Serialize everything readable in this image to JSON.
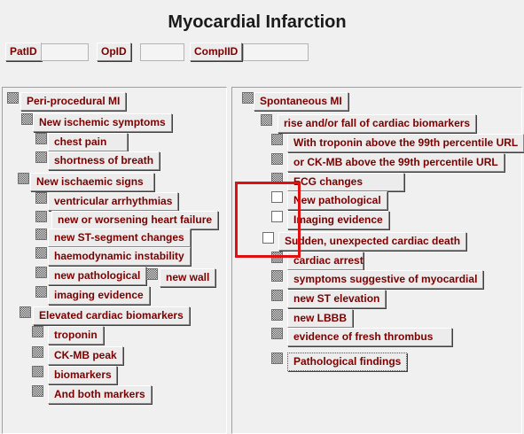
{
  "title": "Myocardial Infarction",
  "toolbar": {
    "patid_label": "PatID",
    "patid_value": "",
    "opid_label": "OpID",
    "opid_value": "",
    "compid_label": "CompIID",
    "compid_value": ""
  },
  "left_panel": {
    "peri_procedural": "Peri-procedural MI",
    "new_ischemic_symptoms": "New ischemic symptoms",
    "chest_pain": "chest pain",
    "shortness_of_breath": "shortness of breath",
    "new_ischaemic_signs": "New ischaemic signs",
    "ventricular_arrhythmias": "ventricular arrhythmias",
    "heart_failure": "new or worsening heart failure",
    "st_segment": "new ST-segment changes",
    "haemodynamic": "haemodynamic instability",
    "new_pathological": "new pathological",
    "new_wall": "new wall",
    "imaging_evidence": "imaging evidence",
    "elevated_biomarkers": "Elevated cardiac biomarkers",
    "troponin": "troponin",
    "ckmb_peak": "CK-MB peak",
    "biomarkers": "biomarkers",
    "both_markers": "And both markers"
  },
  "right_panel": {
    "spontaneous": "Spontaneous MI",
    "rise_fall": "rise and/or fall of cardiac biomarkers",
    "troponin_99": "With troponin above the 99th percentile URL",
    "ckmb_99": "or CK-MB above the 99th percentile URL",
    "ecg_changes": "ECG changes",
    "new_pathological": "New pathological",
    "imaging_evidence": "Imaging evidence",
    "sudden_death": "Sudden, unexpected cardiac death",
    "cardiac_arrest": "cardiac arrest",
    "symptoms_suggestive": "symptoms suggestive of myocardial",
    "new_st_elevation": "new ST elevation",
    "new_lbbb": "new LBBB",
    "fresh_thrombus": "evidence of fresh thrombus",
    "pathological_findings": "Pathological findings"
  }
}
